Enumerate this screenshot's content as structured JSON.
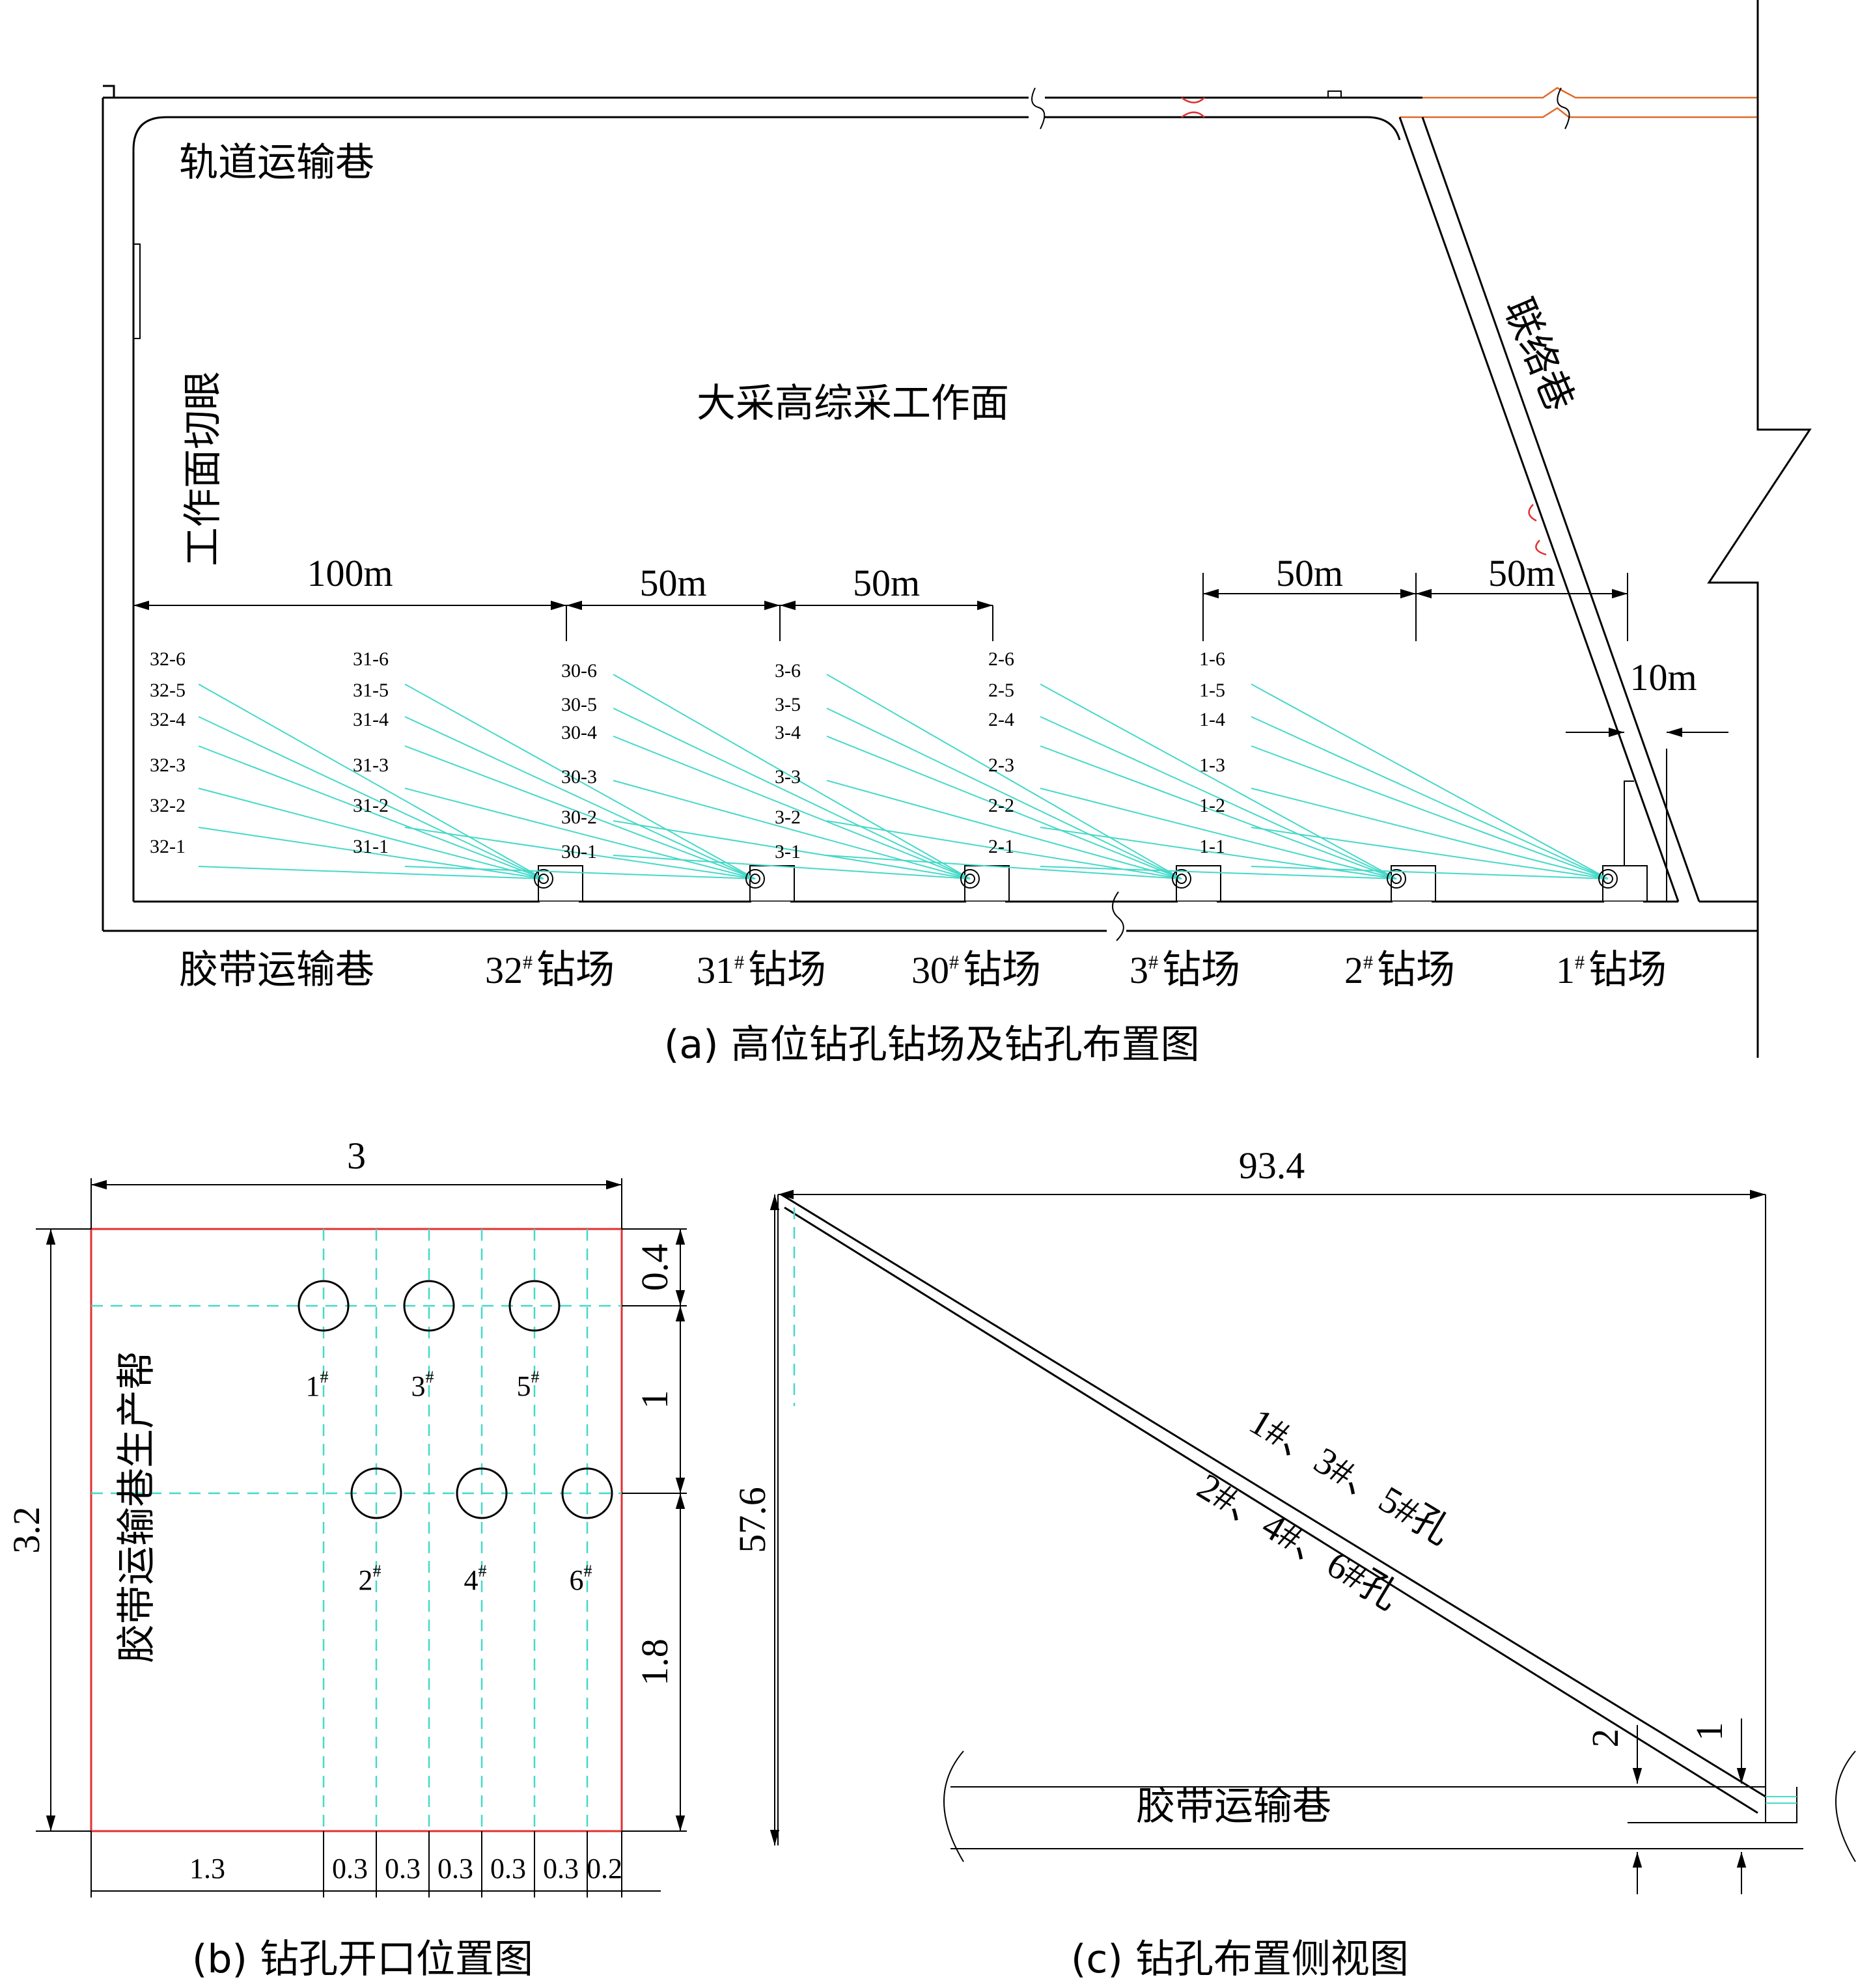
{
  "panel_a": {
    "caption": "(a) 高位钻孔钻场及钻孔布置图",
    "rail_roadway": "轨道运输巷",
    "cut_hole": "工作面切眼",
    "working_face": "大采高综采工作面",
    "connection_roadway": "联络巷",
    "belt_roadway": "胶带运输巷",
    "dim_labels": [
      "100m",
      "50m",
      "50m",
      "50m",
      "50m",
      "10m"
    ],
    "fields": [
      {
        "name": "32",
        "label": "钻场",
        "holes": [
          "32-6",
          "32-5",
          "32-4",
          "32-3",
          "32-2",
          "32-1"
        ]
      },
      {
        "name": "31",
        "label": "钻场",
        "holes": [
          "31-6",
          "31-5",
          "31-4",
          "31-3",
          "31-2",
          "31-1"
        ]
      },
      {
        "name": "30",
        "label": "钻场",
        "holes": [
          "30-6",
          "30-5",
          "30-4",
          "30-3",
          "30-2",
          "30-1"
        ]
      },
      {
        "name": "3",
        "label": "钻场",
        "holes": [
          "3-6",
          "3-5",
          "3-4",
          "3-3",
          "3-2",
          "3-1"
        ]
      },
      {
        "name": "2",
        "label": "钻场",
        "holes": [
          "2-6",
          "2-5",
          "2-4",
          "2-3",
          "2-2",
          "2-1"
        ]
      },
      {
        "name": "1",
        "label": "钻场",
        "holes": [
          "1-6",
          "1-5",
          "1-4",
          "1-3",
          "1-2",
          "1-1"
        ]
      }
    ],
    "hash": "#"
  },
  "panel_b": {
    "caption": "(b) 钻孔开口位置图",
    "side_label": "胶带运输巷生产帮",
    "width_label": "3",
    "height_label": "3.2",
    "right_dims": [
      "0.4",
      "1",
      "1.8"
    ],
    "bottom_dims": [
      "1.3",
      "0.3",
      "0.3",
      "0.3",
      "0.3",
      "0.3",
      "0.2"
    ],
    "holes": [
      "1",
      "3",
      "5",
      "2",
      "4",
      "6"
    ]
  },
  "panel_c": {
    "caption": "(c) 钻孔布置侧视图",
    "width_label": "93.4",
    "height_label": "57.6",
    "upper_holes": "1#、3#、5#孔",
    "lower_holes": "2#、4#、6#孔",
    "belt_roadway": "胶带运输巷",
    "small_dims": [
      "2",
      "1"
    ]
  }
}
